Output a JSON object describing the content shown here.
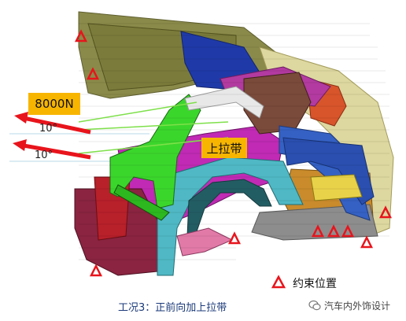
{
  "load_label": "8000N",
  "strap_label": "上拉带",
  "angle_labels": [
    "10°",
    "10°"
  ],
  "legend_label": "约束位置",
  "caption": "工况3：正前向加上拉带",
  "watermark": "汽车内外饰设计",
  "colors": {
    "callout_fill": "#f7b500",
    "force_arrow": "#e8141c",
    "force_line": "#7ee04a",
    "constraint_marker": "#e8141c"
  },
  "icons": [
    "constraint-triangle-icon",
    "wechat-logo-icon"
  ]
}
